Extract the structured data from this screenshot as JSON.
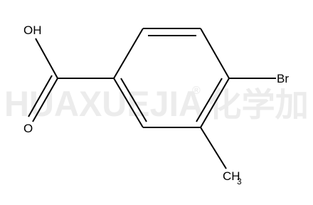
{
  "watermark": {
    "latin": "HUAXUEJIA",
    "registered": "®",
    "cjk": "化学加",
    "color": "#ececec"
  },
  "molecule": {
    "bond_color": "#000000",
    "labels": {
      "hydroxyl": "OH",
      "carbonyl_oxygen": "O",
      "bromine": "Br",
      "methyl_main": "CH",
      "methyl_subscript": "3"
    }
  }
}
